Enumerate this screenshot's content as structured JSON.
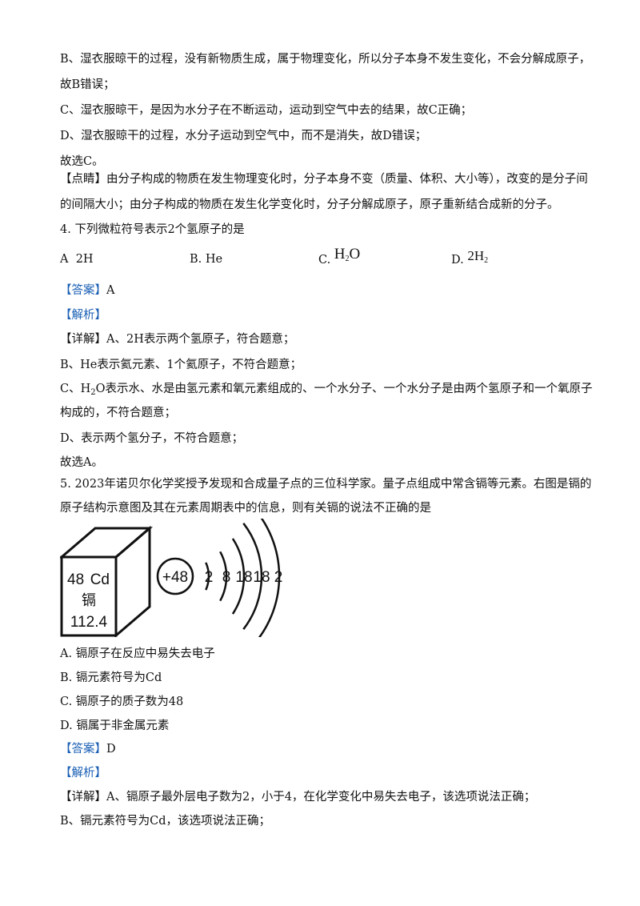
{
  "prev": {
    "lines": [
      "B、湿衣服晾干的过程，没有新物质生成，属于物理变化，所以分子本身不发生变化，不会分解成原子，",
      "故B错误；",
      "C、湿衣服晾干，是因为水分子在不断运动，运动到空气中去的结果，故C正确；",
      "D、湿衣服晾干的过程，水分子运动到空气中，而不是消失，故D错误；",
      "故选C。"
    ],
    "comment_tag": "【点睛】",
    "comment_line1": "由分子构成的物质在发生物理变化时，分子本身不变（质量、体积、大小等），改变的是分子间",
    "comment_line2": "的间隔大小；由分子构成的物质在发生化学变化时，分子分解成原子，原子重新结合成新的分子。"
  },
  "q4": {
    "stem": "4. 下列微粒符号表示2个氢原子的是",
    "opt_a_label": "A",
    "opt_a_text": "2H",
    "opt_b_label": "B.",
    "opt_b_text": "He",
    "opt_c_label": "C.",
    "opt_c_main": "H",
    "opt_c_sub": "2",
    "opt_c_tail": "O",
    "opt_d_label": "D.",
    "opt_d_main": "2H",
    "opt_d_sub": "2",
    "answer_tag": "【答案】",
    "answer": "A",
    "analysis_tag": "【解析】",
    "detail_tag": "【详解】",
    "detail_a": "A、2H表示两个氢原子，符合题意；",
    "detail_b": "B、He表示氦元素、1个氦原子，不符合题意；",
    "detail_c_prefix": "C、H",
    "detail_c_sub": "2",
    "detail_c_rest": "O表示水、水是由氢元素和氧元素组成的、一个水分子、一个水分子是由两个氢原子和一个氧原子",
    "detail_c2": "构成的，不符合题意；",
    "detail_d": "D、表示两个氢分子，不符合题意；",
    "conclusion": "故选A。"
  },
  "q5": {
    "stem1": "5. 2023年诺贝尔化学奖授予发现和合成量子点的三位科学家。量子点组成中常含镉等元素。右图是镉的",
    "stem2": "原子结构示意图及其在元素周期表中的信息，则有关镉的说法不正确的是",
    "element": {
      "number": "48",
      "symbol": "Cd",
      "name": "镉",
      "mass": "112.4"
    },
    "atom": {
      "nucleus": "+48",
      "shells": [
        "2",
        "8",
        "18",
        "18",
        "2"
      ]
    },
    "options": [
      "A. 镉原子在反应中易失去电子",
      "B. 镉元素符号为Cd",
      "C. 镉原子的质子数为48",
      "D. 镉属于非金属元素"
    ],
    "answer_tag": "【答案】",
    "answer": "D",
    "analysis_tag": "【解析】",
    "detail_tag": "【详解】",
    "detail_a": "A、镉原子最外层电子数为2，小于4，在化学变化中易失去电子，该选项说法正确；",
    "detail_b": "B、镉元素符号为Cd，该选项说法正确；"
  }
}
